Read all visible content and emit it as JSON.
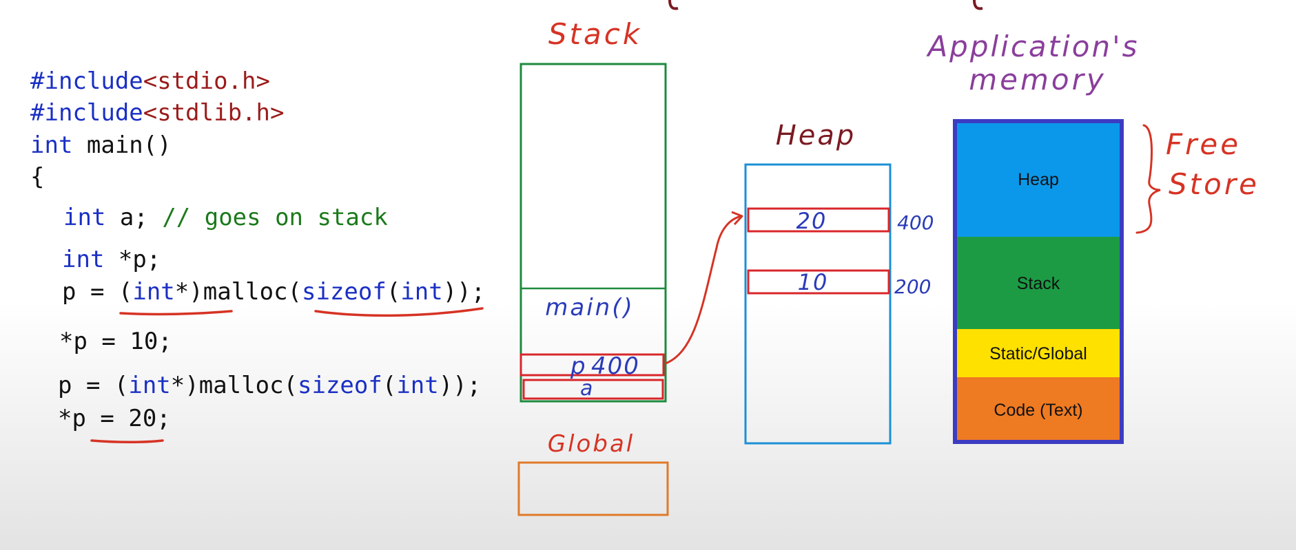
{
  "code": {
    "include_stdio_directive": "#include",
    "include_stdio_header": "<stdio.h>",
    "include_stdlib_directive": "#include",
    "include_stdlib_header": "<stdlib.h>",
    "main_type": "int",
    "main_sig": " main()",
    "open_brace": "{",
    "decl_a_type": "int",
    "decl_a_rest": " a; ",
    "decl_a_comment": "// goes on stack",
    "decl_p_type": "int",
    "decl_p_rest": " *p;",
    "malloc1_prefix": "p = (",
    "malloc1_cast": "int",
    "malloc1_mid": "*)malloc(",
    "malloc1_sizeof": "sizeof",
    "malloc1_paren": "(",
    "malloc1_int": "int",
    "malloc1_end": "));",
    "assign_10": "*p = 10;",
    "malloc2_prefix": "p = (",
    "malloc2_cast": "int",
    "malloc2_mid": "*)malloc(",
    "malloc2_sizeof": "sizeof",
    "malloc2_paren": "(",
    "malloc2_int": "int",
    "malloc2_end": "));",
    "assign_20": "*p = 20;"
  },
  "stack": {
    "title": "Stack",
    "frame_label": "main()",
    "p_var": "p",
    "p_value": "400",
    "a_var": "a"
  },
  "global": {
    "title": "Global"
  },
  "heap": {
    "title": "Heap",
    "cell_top_value": "20",
    "cell_top_address": "400",
    "cell_bottom_value": "10",
    "cell_bottom_address": "200"
  },
  "app_memory": {
    "title_line1": "Application's",
    "title_line2": "memory",
    "segments": [
      {
        "label": "Heap",
        "color": "#0c98ea"
      },
      {
        "label": "Stack",
        "color": "#1c9b44"
      },
      {
        "label": "Static/Global",
        "color": "#ffe100"
      },
      {
        "label": "Code (Text)",
        "color": "#ee7a22"
      }
    ],
    "border_color": "#3c3cc2",
    "free_store_line1": "Free",
    "free_store_line2": "Store"
  },
  "colors": {
    "stack_outline": "#1e8a3e",
    "heap_outline": "#1b8fd6",
    "global_outline": "#e07a2a",
    "highlight_red": "#d8262a",
    "handwriting_blue": "#2a3bb8",
    "handwriting_red": "#d63324",
    "handwriting_maroon": "#7a1a22",
    "handwriting_purple": "#8a3e9c"
  }
}
